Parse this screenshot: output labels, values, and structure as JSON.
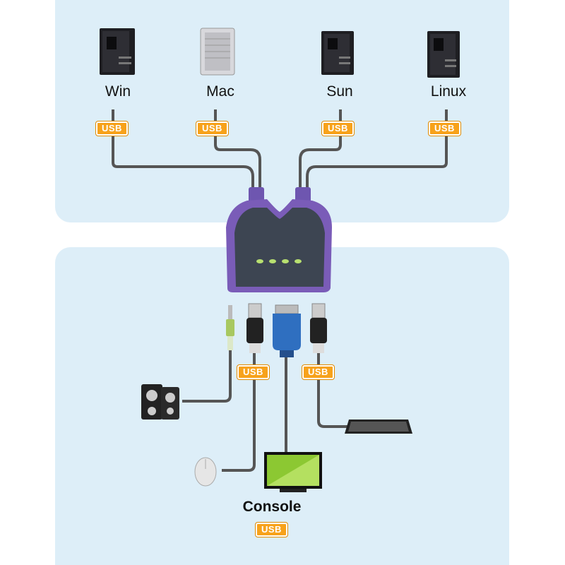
{
  "computers": [
    {
      "label": "Win"
    },
    {
      "label": "Mac"
    },
    {
      "label": "Sun"
    },
    {
      "label": "Linux"
    }
  ],
  "usb_label": "USB",
  "console": {
    "label": "Console"
  },
  "colors": {
    "panel": "#ddeef8",
    "usb_badge": "#f7a21b",
    "kvm_body": "#3e4654",
    "kvm_trim": "#7b5bb5",
    "cable": "#555555"
  }
}
